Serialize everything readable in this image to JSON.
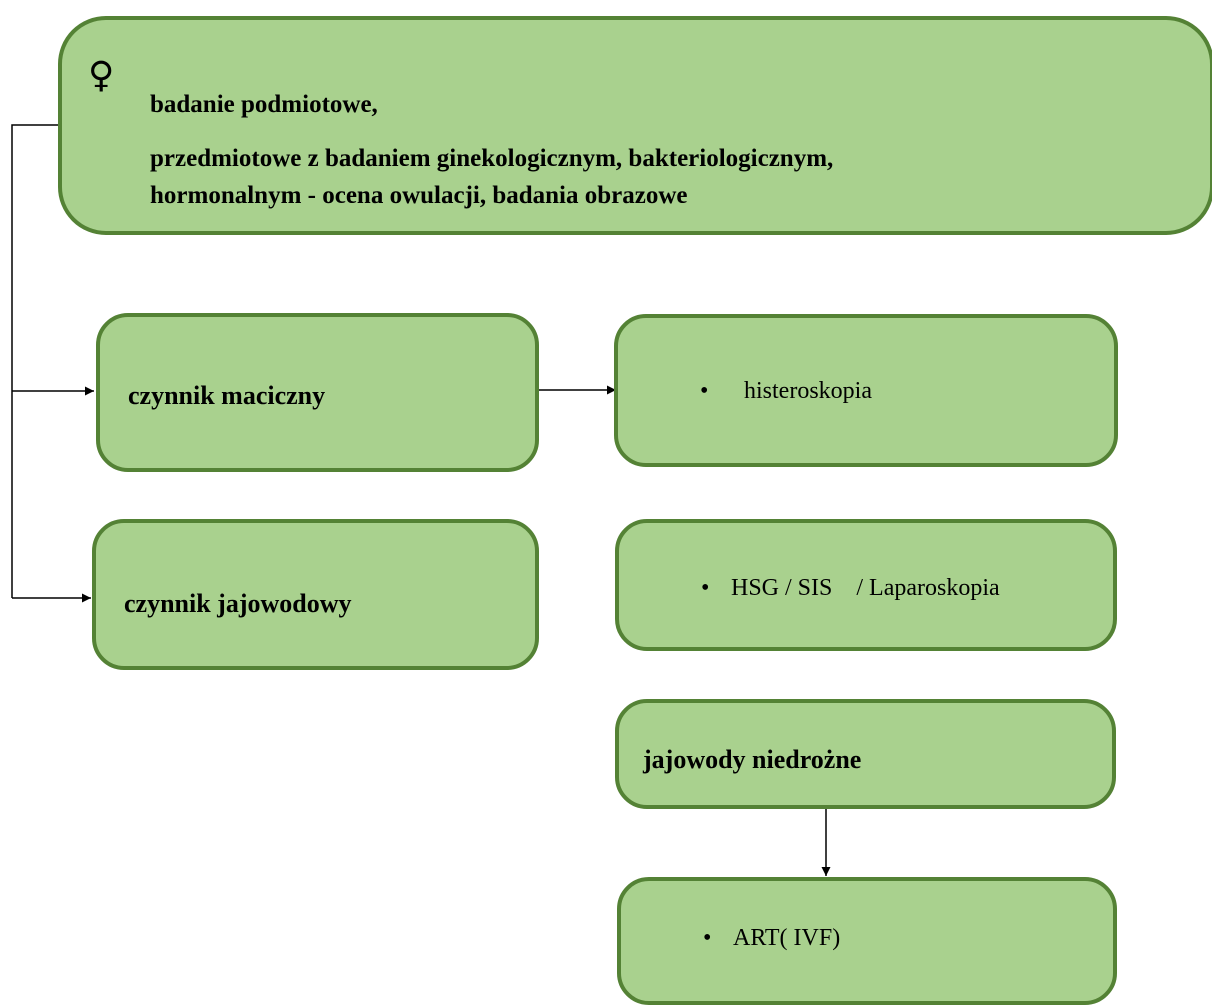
{
  "colors": {
    "box_fill": "#a9d18e",
    "box_border": "#548235",
    "line": "#000000"
  },
  "header": {
    "icon": "female-symbol-icon",
    "symbol": "♀",
    "line1": "badanie podmiotowe,",
    "line2": "przedmiotowe z badaniem ginekologicznym, bakteriologicznym,",
    "line3": "hormonalnym - ocena owulacji, badania obrazowe"
  },
  "factors": {
    "uterine": "czynnik maciczny",
    "tubal": "czynnik jajowodowy"
  },
  "exams": {
    "uterine_item": "histeroskopia",
    "tubal_item": "HSG / SIS    / Laparoskopia"
  },
  "outcome": {
    "blocked": "jajowody niedrożne",
    "treatment": "ART( IVF)"
  },
  "bullet": "•"
}
